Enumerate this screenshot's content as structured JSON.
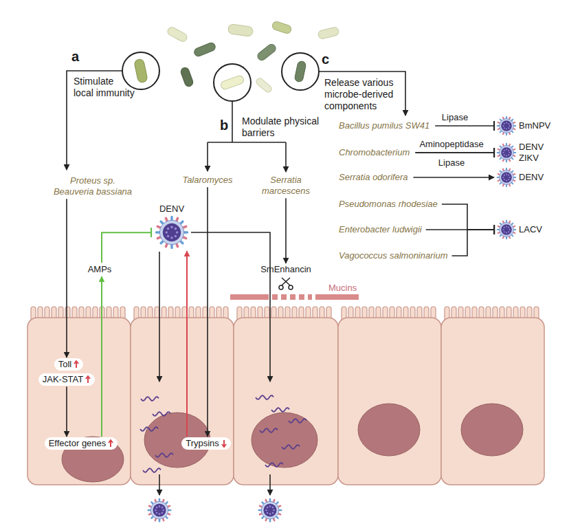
{
  "diagram": {
    "nodes": [
      {
        "text": [
          "Proteus sp.",
          "Beauveria bassiana"
        ]
      },
      {
        "text": [
          "Talaromyces"
        ]
      },
      {
        "text": [
          "Serratia marcescens"
        ]
      },
      {
        "text": [
          "Bacillus pumilus SW41"
        ]
      },
      {
        "text": [
          "BmNPV"
        ]
      },
      {
        "text": [
          "Chromobacterium"
        ]
      },
      {
        "text": [
          "DENV",
          "ZIKV"
        ]
      },
      {
        "text": [
          "Serratia odorifera"
        ]
      },
      {
        "text": [
          "DENV"
        ]
      },
      {
        "text": [
          "Pseudomonas rhodesiae"
        ]
      },
      {
        "text": [
          "Enterobacter ludwigii"
        ]
      },
      {
        "text": [
          "Vagococcus salmoninarium"
        ]
      },
      {
        "text": [
          "LACV"
        ]
      },
      {
        "text": [
          "DENV"
        ]
      },
      {
        "text": [
          "AMPs"
        ]
      },
      {
        "text": [
          "SmEnhancin"
        ]
      },
      {
        "text": [
          "Toll"
        ]
      },
      {
        "text": [
          "JAK-STAT"
        ]
      },
      {
        "text": [
          "Effector genes"
        ]
      },
      {
        "text": [
          "Trypsins"
        ]
      }
    ],
    "edges": [
      {
        "from": 0,
        "to": 16,
        "arrow": "to"
      },
      {
        "from": 17,
        "to": 18,
        "arrow": "to"
      },
      {
        "from": 18,
        "to": 14,
        "arrow": "to"
      },
      {
        "from": 14,
        "to": 13,
        "arrow": "to"
      },
      {
        "from": 1,
        "to": 19,
        "arrow": "to"
      },
      {
        "from": 19,
        "to": 13,
        "arrow": "to"
      },
      {
        "from": 2,
        "to": 15,
        "arrow": "to"
      },
      {
        "from": 3,
        "to": 4,
        "label": "Lipase",
        "arrow": "to"
      },
      {
        "from": 5,
        "to": 6,
        "label": "Aminopeptidase",
        "arrow": "to"
      },
      {
        "from": 5,
        "to": 6,
        "label": "Lipase",
        "arrow": "to"
      },
      {
        "from": 7,
        "to": 8,
        "arrow": "to"
      },
      {
        "from": 9,
        "to": 12,
        "arrow": "to"
      },
      {
        "from": 10,
        "to": 12,
        "arrow": "to"
      },
      {
        "from": 11,
        "to": 12,
        "arrow": "to"
      }
    ],
    "labels": [
      "a",
      "b",
      "c",
      "Stimulate local immunity",
      "Modulate physical barriers",
      "Release various microbe-derived components",
      "Mucins"
    ]
  }
}
